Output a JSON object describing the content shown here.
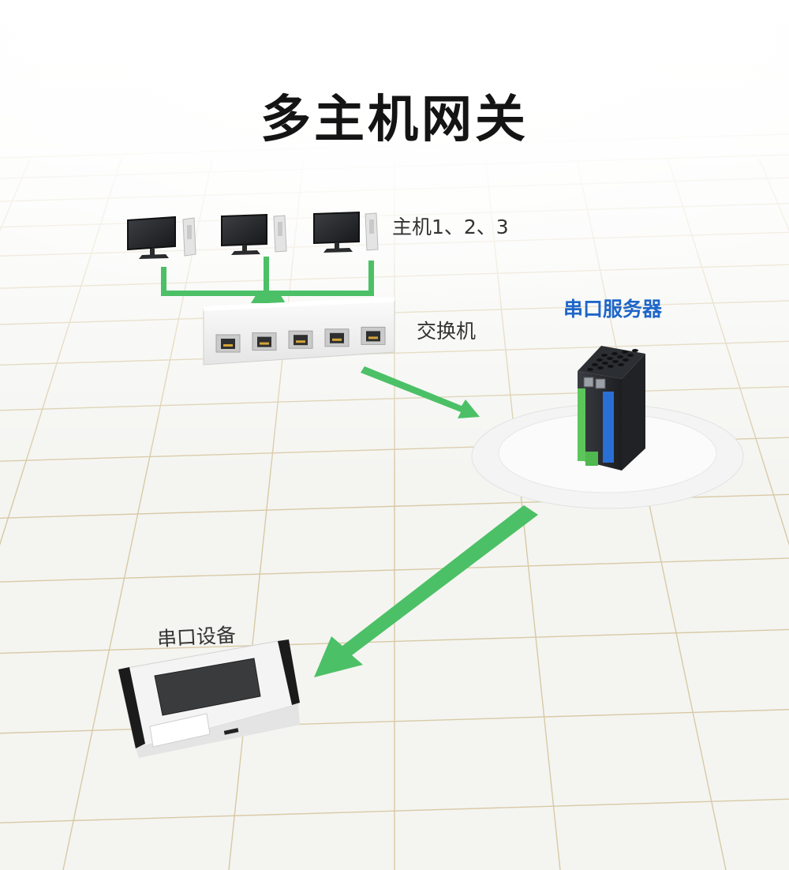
{
  "title": "多主机网关",
  "labels": {
    "hosts": "主机1、2、3",
    "switch": "交换机",
    "serial_server": "串口服务器",
    "serial_device": "串口设备"
  },
  "colors": {
    "title": "#141414",
    "label": "#333333",
    "server_label": "#1f66c9",
    "arrow": "#4cc066",
    "grid": "#d8c9a6"
  },
  "icons": [
    "monitor-icon",
    "pc-tower-icon",
    "network-switch-icon",
    "serial-server-icon",
    "serial-printer-icon"
  ]
}
